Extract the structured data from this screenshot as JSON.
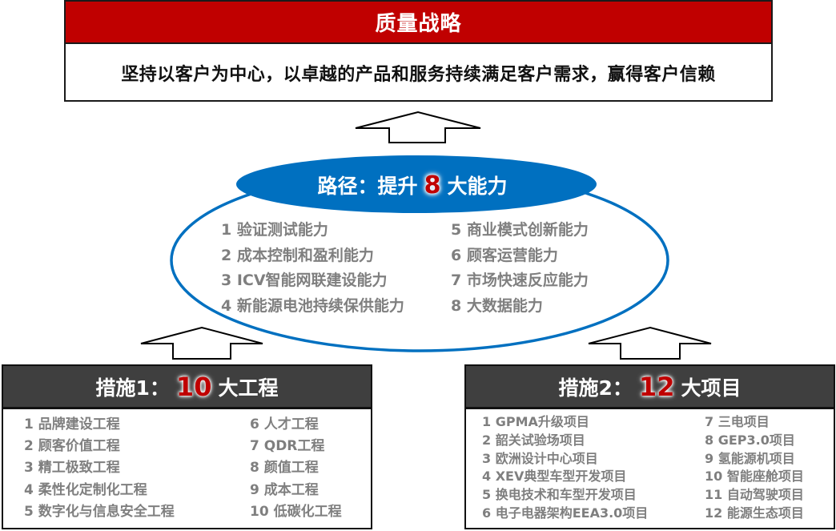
{
  "strategy": {
    "title": "质量战略",
    "statement": "坚持以客户为中心，以卓越的产品和服务持续满足客户需求，赢得客户信赖"
  },
  "path": {
    "title_prefix": "路径：提升",
    "title_number": "8",
    "title_suffix": "大能力",
    "capabilities_left": [
      "1 验证测试能力",
      "2 成本控制和盈利能力",
      "3 ICV智能网联建设能力",
      "4 新能源电池持续保供能力"
    ],
    "capabilities_right": [
      "5 商业模式创新能力",
      "6 顾客运营能力",
      "7 市场快速反应能力",
      "8 大数据能力"
    ]
  },
  "measure1": {
    "title_prefix": "措施1：",
    "title_number": "10",
    "title_suffix": "大工程",
    "items_left": [
      "1 品牌建设工程",
      "2 顾客价值工程",
      "3 精工极致工程",
      "4 柔性化定制化工程",
      "5 数字化与信息安全工程"
    ],
    "items_right": [
      "6 人才工程",
      "7 QDR工程",
      "8 颜值工程",
      "9 成本工程",
      "10 低碳化工程"
    ]
  },
  "measure2": {
    "title_prefix": "措施2：",
    "title_number": "12",
    "title_suffix": "大项目",
    "items_left": [
      "1 GPMA升级项目",
      "2 韶关试验场项目",
      "3 欧洲设计中心项目",
      "4 XEV典型车型开发项目",
      "5 换电技术和车型开发项目",
      "6 电子电器架构EEA3.0项目"
    ],
    "items_right": [
      "7 三电项目",
      "8 GEP3.0项目",
      "9 氢能源机项目",
      "10 智能座舱项目",
      "11 自动驾驶项目",
      "12 能源生态项目"
    ]
  },
  "colors": {
    "strategy_header": "#c00000",
    "ellipse_blue": "#0070c0",
    "measure_header": "#3f3f3f",
    "highlight_number": "#c00000",
    "list_text": "#7f7f7f"
  }
}
